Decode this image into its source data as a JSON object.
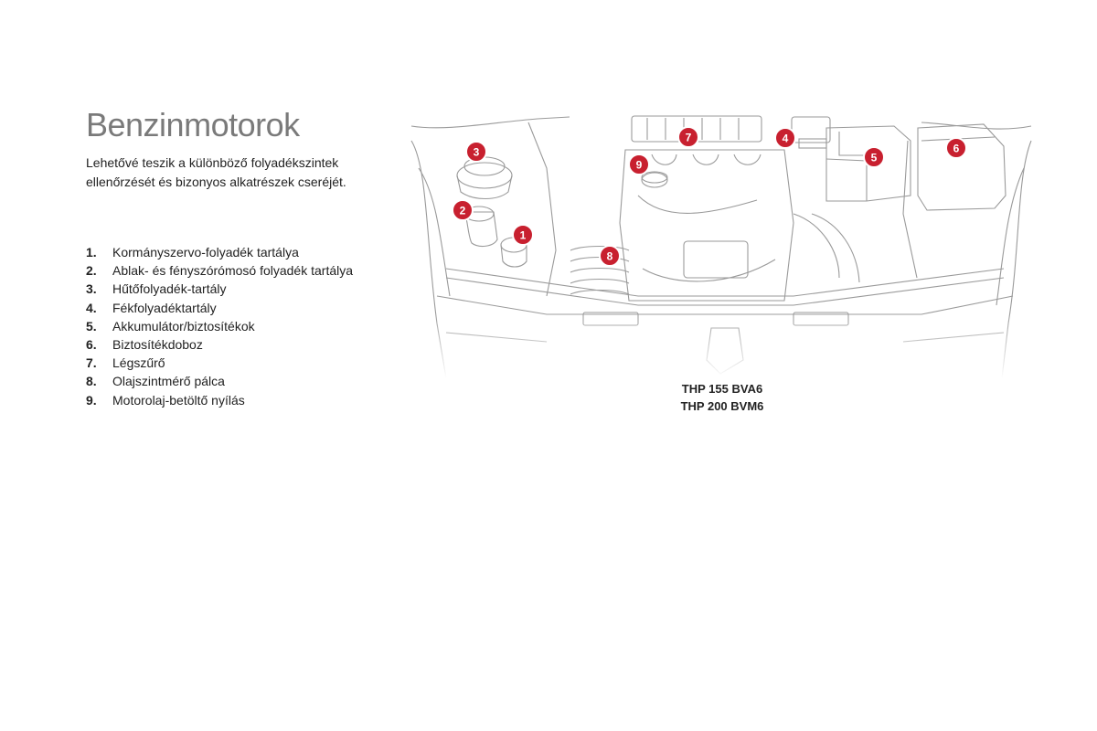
{
  "page": {
    "title": "Benzinmotorok",
    "intro": "Lehetővé teszik a különböző folyadékszintek ellenőrzését és bizonyos alkatrészek cseréjét."
  },
  "legend": [
    {
      "num": "1.",
      "text": "Kormányszervo-folyadék tartálya"
    },
    {
      "num": "2.",
      "text": "Ablak- és fényszórómosó folyadék tartálya"
    },
    {
      "num": "3.",
      "text": "Hűtőfolyadék-tartály"
    },
    {
      "num": "4.",
      "text": "Fékfolyadéktartály"
    },
    {
      "num": "5.",
      "text": "Akkumulátor/biztosítékok"
    },
    {
      "num": "6.",
      "text": "Biztosítékdoboz"
    },
    {
      "num": "7.",
      "text": "Légszűrő"
    },
    {
      "num": "8.",
      "text": "Olajszintmérő pálca"
    },
    {
      "num": "9.",
      "text": "Motorolaj-betöltő nyílás"
    }
  ],
  "figure": {
    "markers": [
      {
        "label": "1"
      },
      {
        "label": "2"
      },
      {
        "label": "3"
      },
      {
        "label": "4"
      },
      {
        "label": "5"
      },
      {
        "label": "6"
      },
      {
        "label": "7"
      },
      {
        "label": "8"
      },
      {
        "label": "9"
      }
    ],
    "marker_color": "#c8202f",
    "caption_line1": "THP 155 BVA6",
    "caption_line2": "THP 200 BVM6"
  }
}
